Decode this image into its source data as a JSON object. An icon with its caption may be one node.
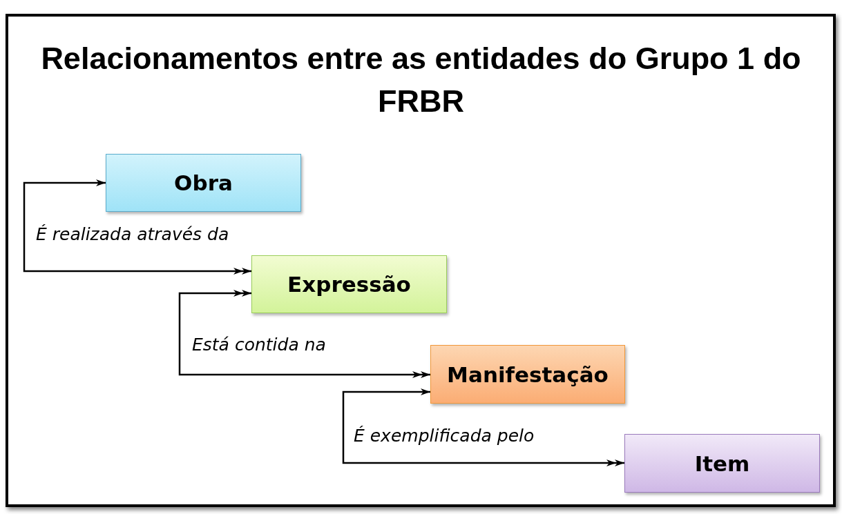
{
  "diagram": {
    "title": "Relacionamentos entre as entidades do Grupo 1 do FRBR",
    "nodes": [
      {
        "text": [
          "Obra"
        ]
      },
      {
        "text": [
          "Expressão"
        ]
      },
      {
        "text": [
          "Manifestação"
        ]
      },
      {
        "text": [
          "Item"
        ]
      }
    ],
    "edges": [
      {
        "from": 0,
        "to": 1,
        "arrow": "both",
        "label": "É realizada através da"
      },
      {
        "from": 1,
        "to": 2,
        "arrow": "both",
        "label": "Está contida na"
      },
      {
        "from": 2,
        "to": 3,
        "arrow": "both",
        "label": "É exemplificada pelo"
      }
    ]
  }
}
